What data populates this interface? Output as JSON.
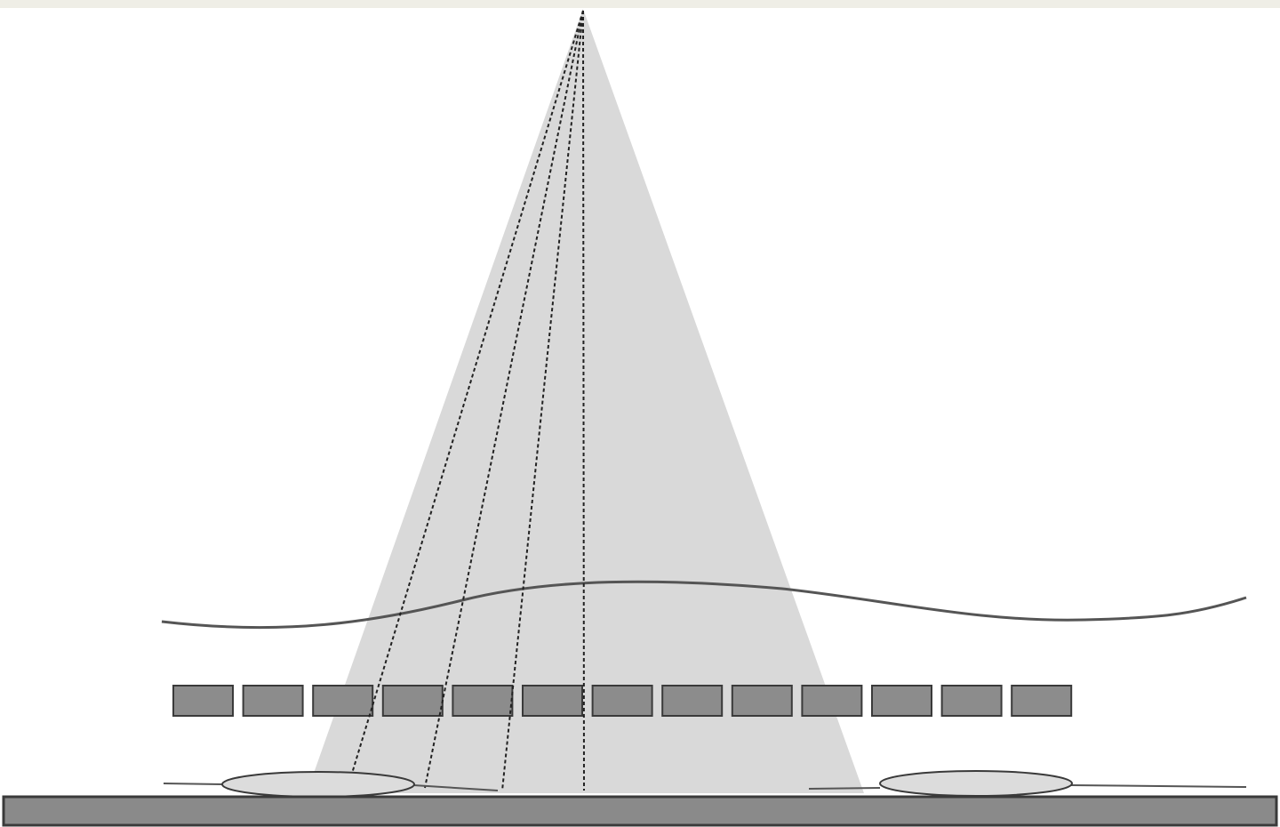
{
  "diagram": {
    "kind": "x-ray beam projection through anti-scatter grid",
    "colors": {
      "background": "#ffffff",
      "top_strip": "#efeee6",
      "beam": "#d9d9d9",
      "grid_strip": "#8c8c8c",
      "outline": "#3a3a3a",
      "detector_plate": "#8a8a8a",
      "ellipse_fill": "#dcdcdc",
      "dashed_ray": "#222222"
    },
    "grid_strip_count": 13,
    "ray_count": 4,
    "icons": [
      "point-source",
      "beam-cone",
      "patient-surface-curve",
      "grid-strip",
      "projected-ellipse",
      "detector-plate"
    ]
  }
}
